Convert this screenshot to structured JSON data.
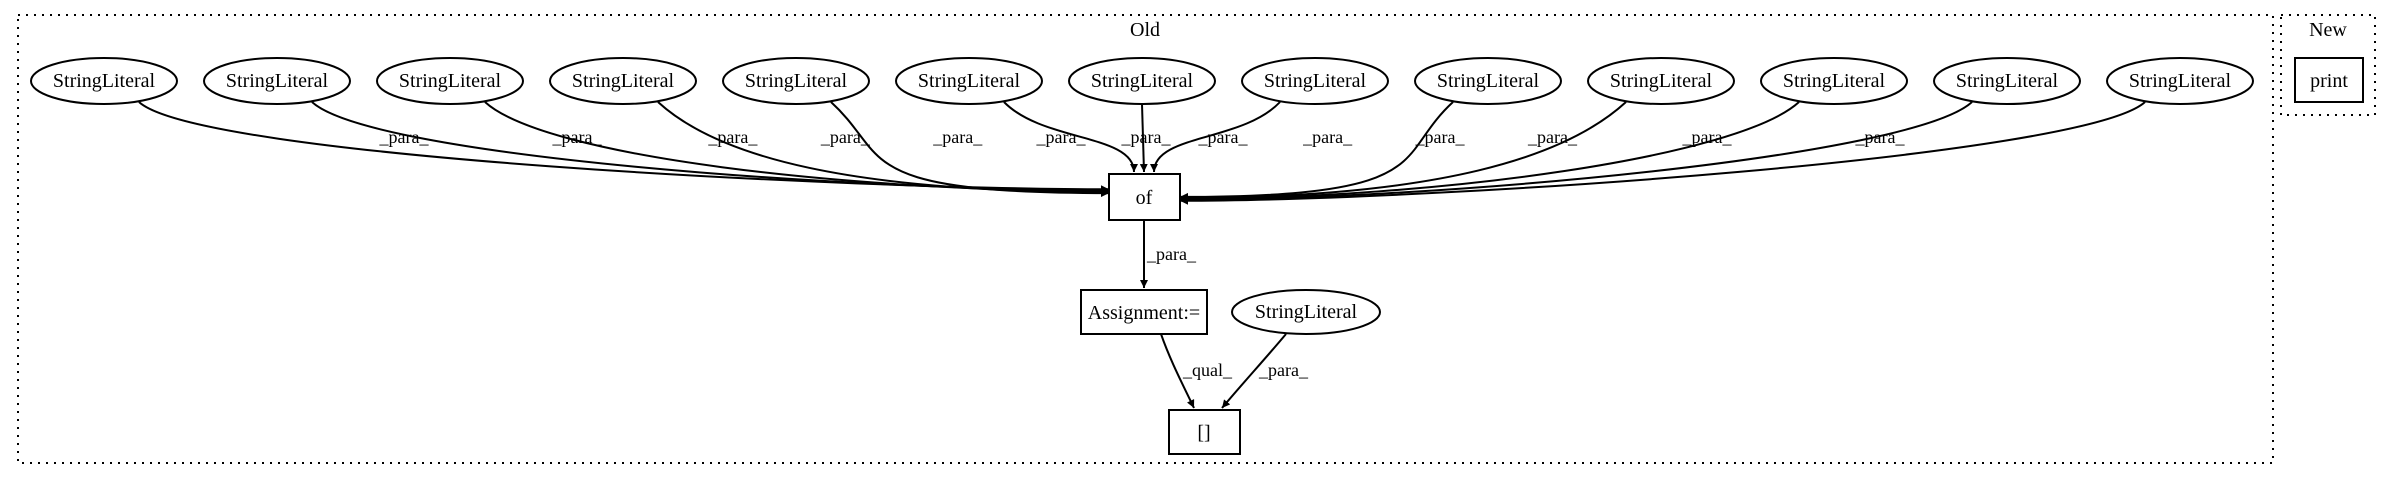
{
  "clusters": {
    "old": {
      "label": "Old"
    },
    "new": {
      "label": "New"
    }
  },
  "nodes": {
    "string_literals": [
      "StringLiteral",
      "StringLiteral",
      "StringLiteral",
      "StringLiteral",
      "StringLiteral",
      "StringLiteral",
      "StringLiteral",
      "StringLiteral",
      "StringLiteral",
      "StringLiteral",
      "StringLiteral",
      "StringLiteral",
      "StringLiteral"
    ],
    "of": "of",
    "assignment": "Assignment:=",
    "string_literal_index": "StringLiteral",
    "index_op": "[]",
    "print": "print"
  },
  "edges": {
    "para_label": "_para_",
    "qual_label": "_qual_"
  },
  "colors": {
    "stroke": "#000000",
    "background": "#ffffff"
  }
}
